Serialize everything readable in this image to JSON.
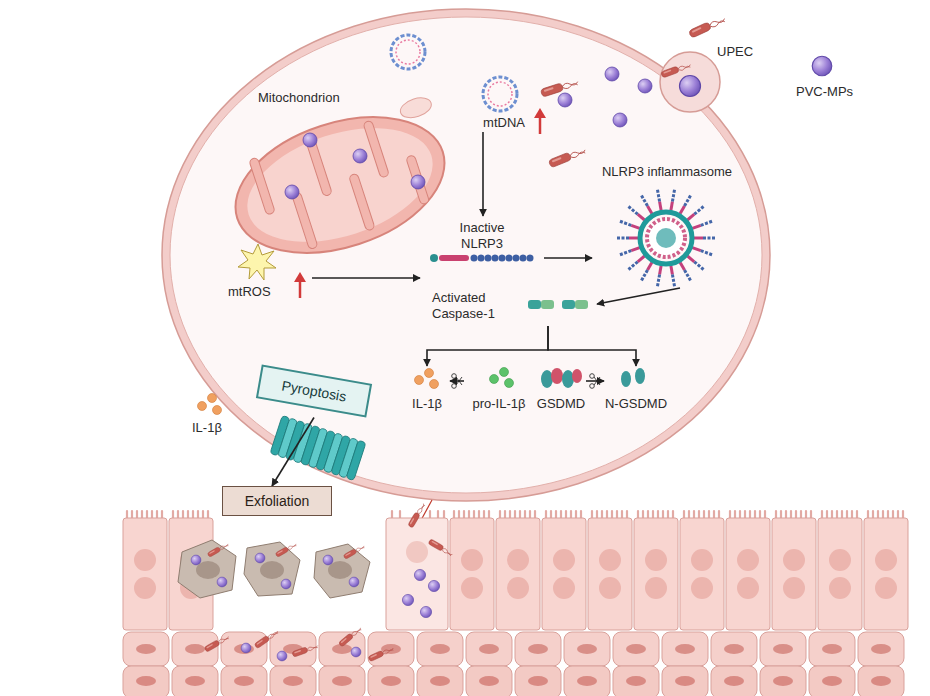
{
  "diagram": {
    "nodes": [
      {
        "text": [
          "mtDNA"
        ]
      },
      {
        "text": [
          "Inactive NLRP3"
        ]
      },
      {
        "text": [
          "NLRP3 inflammasome"
        ]
      },
      {
        "text": [
          "mtROS"
        ]
      },
      {
        "text": [
          "Activated Caspase-1"
        ]
      },
      {
        "text": [
          "Pyroptosis"
        ]
      },
      {
        "text": [
          "IL-1β"
        ]
      },
      {
        "text": [
          "pro-IL-1β"
        ]
      },
      {
        "text": [
          "GSDMD"
        ]
      },
      {
        "text": [
          "N-GSDMD"
        ]
      },
      {
        "text": [
          "Exfoliation"
        ]
      }
    ],
    "edges": [
      {
        "from": 0,
        "to": 1,
        "arrow": "to"
      },
      {
        "from": 3,
        "to": 1,
        "arrow": "to"
      },
      {
        "from": 1,
        "to": 2,
        "arrow": "to"
      },
      {
        "from": 2,
        "to": 4,
        "arrow": "to"
      },
      {
        "from": 4,
        "to": 6,
        "arrow": "to"
      },
      {
        "from": 4,
        "to": 9,
        "arrow": "to"
      },
      {
        "from": 7,
        "to": 6,
        "arrow": "to"
      },
      {
        "from": 8,
        "to": 9,
        "arrow": "to"
      },
      {
        "from": 5,
        "to": 10,
        "arrow": "to"
      }
    ],
    "labels": [
      "Mitochondrion",
      "UPEC",
      "PVC-MPs",
      "IL-1β"
    ]
  }
}
